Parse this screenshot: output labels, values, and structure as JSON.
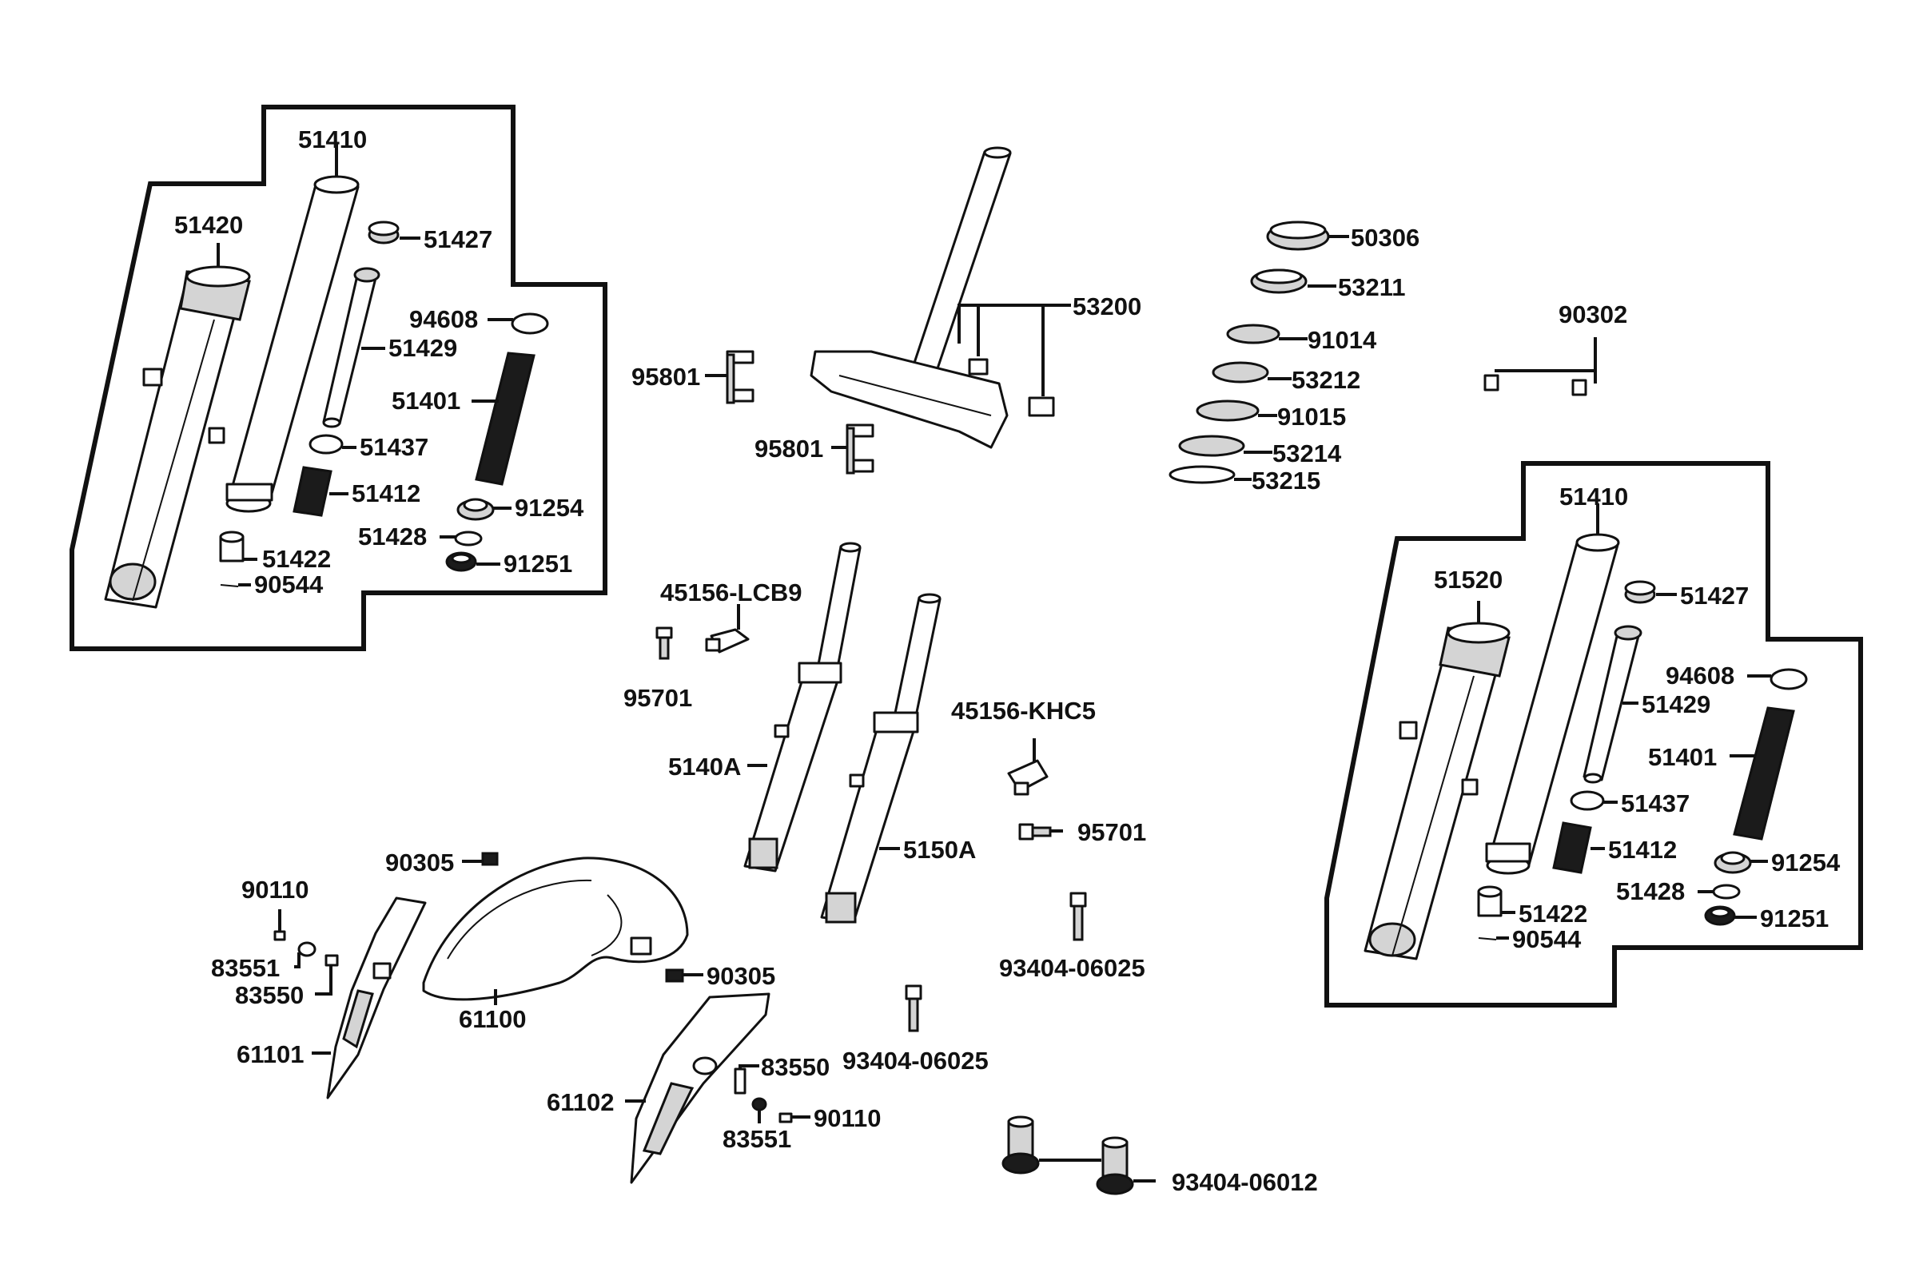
{
  "labels": {
    "left_51410": "51410",
    "left_51420": "51420",
    "left_51427": "51427",
    "left_94608": "94608",
    "left_51429": "51429",
    "left_51401": "51401",
    "left_51437": "51437",
    "left_51412": "51412",
    "left_91254": "91254",
    "left_51428": "51428",
    "left_51422": "51422",
    "left_91251": "91251",
    "left_90544": "90544",
    "p_53200": "53200",
    "p_95801_a": "95801",
    "p_95801_b": "95801",
    "p_50306": "50306",
    "p_53211": "53211",
    "p_91014": "91014",
    "p_53212": "53212",
    "p_91015": "91015",
    "p_53214": "53214",
    "p_53215": "53215",
    "p_90302": "90302",
    "p_45156_lcb9": "45156-LCB9",
    "p_95701_a": "95701",
    "p_5140a": "5140A",
    "p_45156_khc5": "45156-KHC5",
    "p_95701_b": "95701",
    "p_5150a": "5150A",
    "p_90305_a": "90305",
    "p_90305_b": "90305",
    "p_90110_a": "90110",
    "p_83551_a": "83551",
    "p_83550_a": "83550",
    "p_61100": "61100",
    "p_61101": "61101",
    "p_61102": "61102",
    "p_83550_b": "83550",
    "p_83551_b": "83551",
    "p_90110_b": "90110",
    "p_93404_06025_a": "93404-06025",
    "p_93404_06025_b": "93404-06025",
    "p_93404_06012": "93404-06012",
    "right_51410": "51410",
    "right_51520": "51520",
    "right_51427": "51427",
    "right_94608": "94608",
    "right_51429": "51429",
    "right_51401": "51401",
    "right_51437": "51437",
    "right_51412": "51412",
    "right_91254": "91254",
    "right_51428": "51428",
    "right_51422": "51422",
    "right_91251": "91251",
    "right_90544": "90544"
  }
}
